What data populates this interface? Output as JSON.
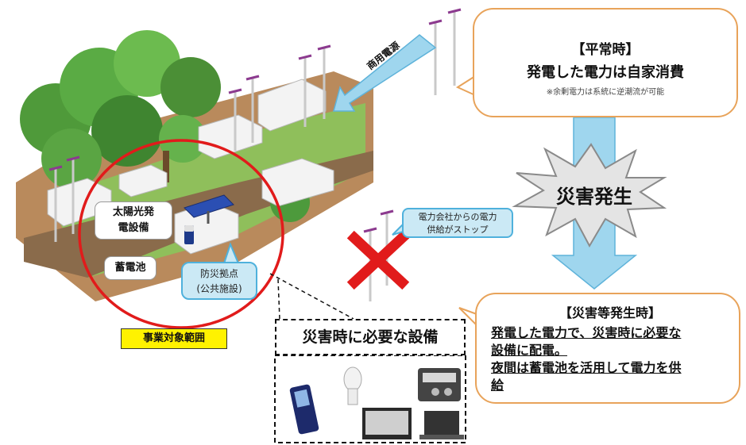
{
  "normal_time": {
    "title": "【平常時】",
    "line": "発電した電力は自家消費",
    "note": "※余剰電力は系統に逆潮流が可能"
  },
  "disaster_event": "災害発生",
  "disaster_time": {
    "title": "【災害等発生時】",
    "lines": [
      "発電した電力で、災害時に必要な",
      "設備に配電。",
      "夜間は蓄電池を活用して電力を供",
      "給"
    ]
  },
  "labels": {
    "commercial_power": "商用電源",
    "power_company_stop_1": "電力会社からの電力",
    "power_company_stop_2": "供給がストップ",
    "solar_1": "太陽光発",
    "solar_2": "電設備",
    "battery": "蓄電池",
    "disaster_base_1": "防災拠点",
    "disaster_base_2": "(公共施設)",
    "project_scope": "事業対象範囲",
    "needed_equipment": "災害時に必要な設備"
  },
  "colors": {
    "bubble_border": "#e8a35a",
    "arrow_blue": "#9fd6ee",
    "label_blue_bg": "#cbe9f5",
    "scope_circle": "#e11b1b",
    "cross_red": "#e11b1b",
    "scope_label_bg": "#fff200"
  },
  "icons": [
    "mobile-phone-icon",
    "light-bulb-icon",
    "television-icon",
    "radio-icon",
    "laptop-icon"
  ]
}
